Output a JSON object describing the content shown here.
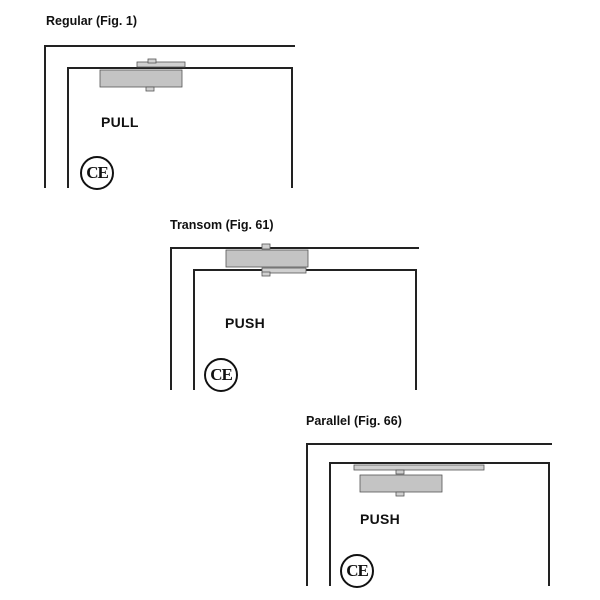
{
  "figures": [
    {
      "id": "regular",
      "title": "Regular (Fig. 1)",
      "action": "PULL",
      "mark": "CE"
    },
    {
      "id": "transom",
      "title": "Transom (Fig. 61)",
      "action": "PUSH",
      "mark": "CE"
    },
    {
      "id": "parallel",
      "title": "Parallel (Fig. 66)",
      "action": "PUSH",
      "mark": "CE"
    }
  ],
  "colors": {
    "line": "#222222",
    "closer_fill": "#c4c4c4",
    "closer_stroke": "#555555",
    "arm_fill": "#d0d0d0"
  }
}
